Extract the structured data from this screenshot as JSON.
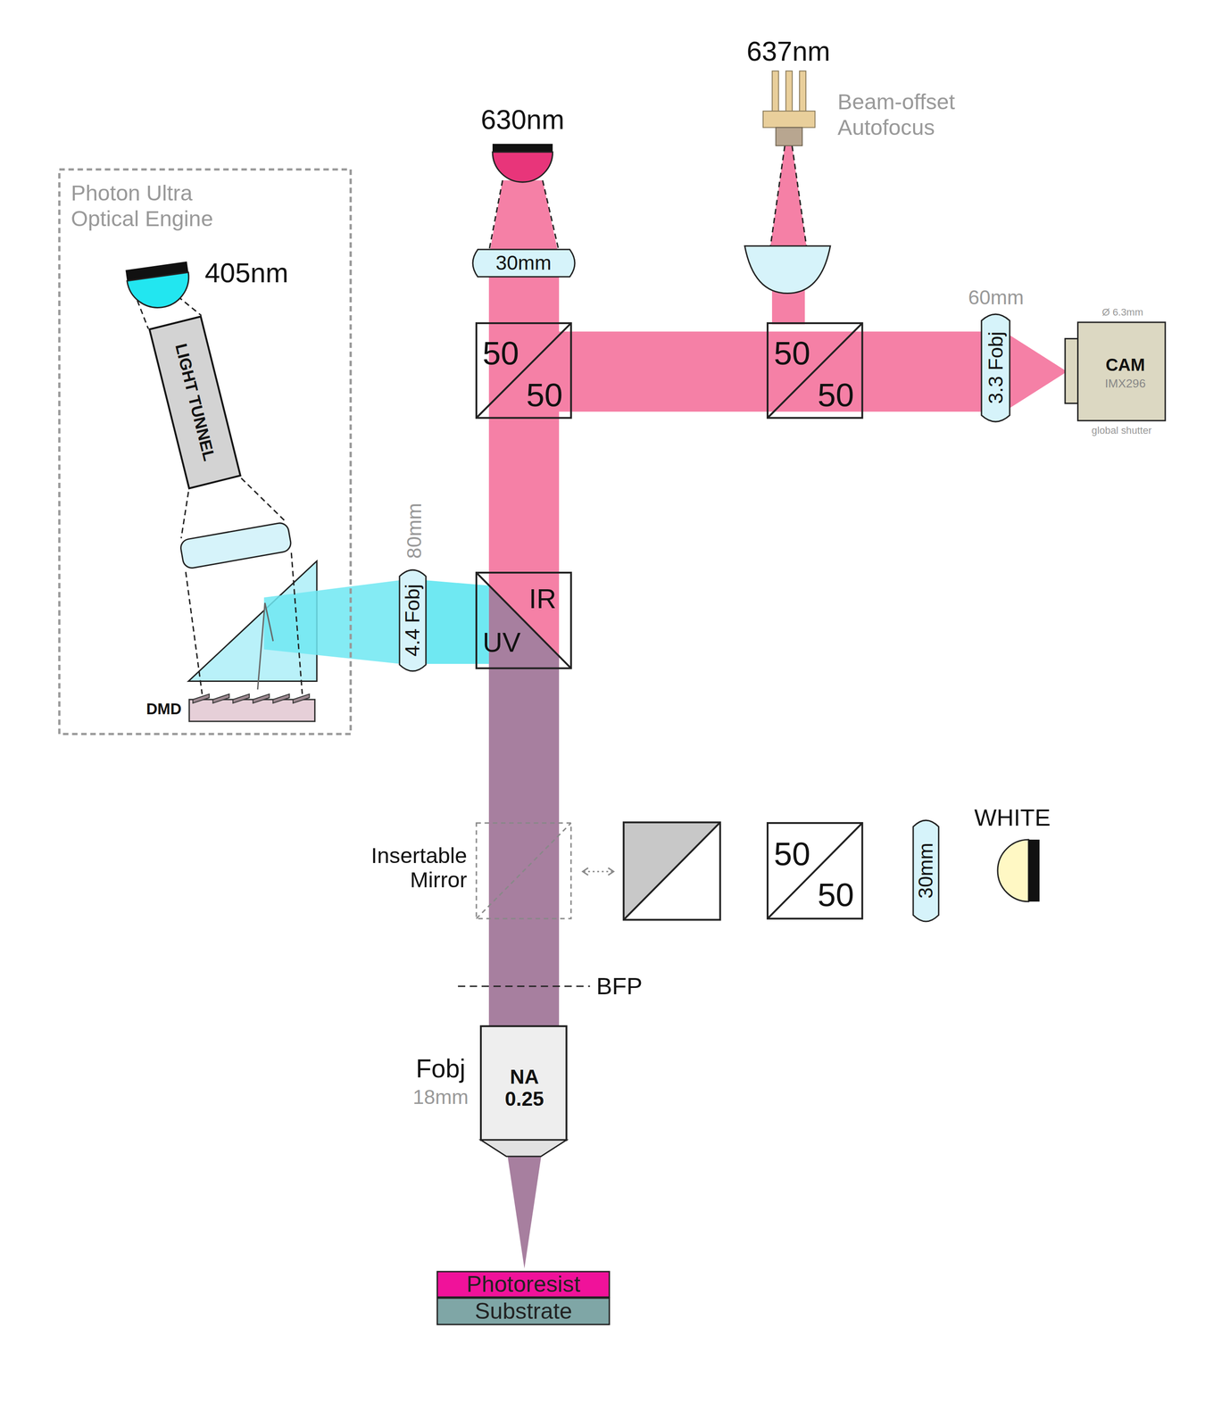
{
  "diagram": {
    "nodes": [
      {
        "text": [
          "637nm",
          "Beam-offset Autofocus"
        ]
      },
      {
        "text": [
          "630nm"
        ]
      },
      {
        "text": [
          "Photon Ultra Optical Engine"
        ]
      },
      {
        "text": [
          "405nm"
        ],
        "in": 2
      },
      {
        "text": [
          "30mm"
        ]
      },
      {
        "text": [
          "60mm",
          "3.3 Fobj"
        ]
      },
      {
        "text": [
          "Ø 6.3mm",
          "CAM",
          "IMX296",
          "global shutter"
        ]
      },
      {
        "text": [
          "50",
          "50"
        ]
      },
      {
        "text": [
          "50",
          "50"
        ]
      },
      {
        "text": [
          "LIGHT TUNNEL"
        ],
        "in": 2
      },
      {
        "text": [
          "80mm",
          "4.4 Fobj"
        ]
      },
      {
        "text": [
          "IR",
          "UV"
        ]
      },
      {
        "text": [
          "DMD"
        ],
        "in": 2
      },
      {
        "text": [
          "Insertable Mirror"
        ]
      },
      {
        "text": [
          "50",
          "50"
        ]
      },
      {
        "text": [
          "30mm"
        ]
      },
      {
        "text": [
          "WHITE"
        ]
      },
      {
        "text": [
          "Fobj",
          "18mm",
          "NA 0.25"
        ]
      },
      {
        "text": [
          "Photoresist"
        ]
      },
      {
        "text": [
          "Substrate"
        ]
      }
    ],
    "edges": [
      {
        "from": 3,
        "to": 9,
        "arrow": "none"
      }
    ],
    "labels": [
      "BFP"
    ]
  }
}
